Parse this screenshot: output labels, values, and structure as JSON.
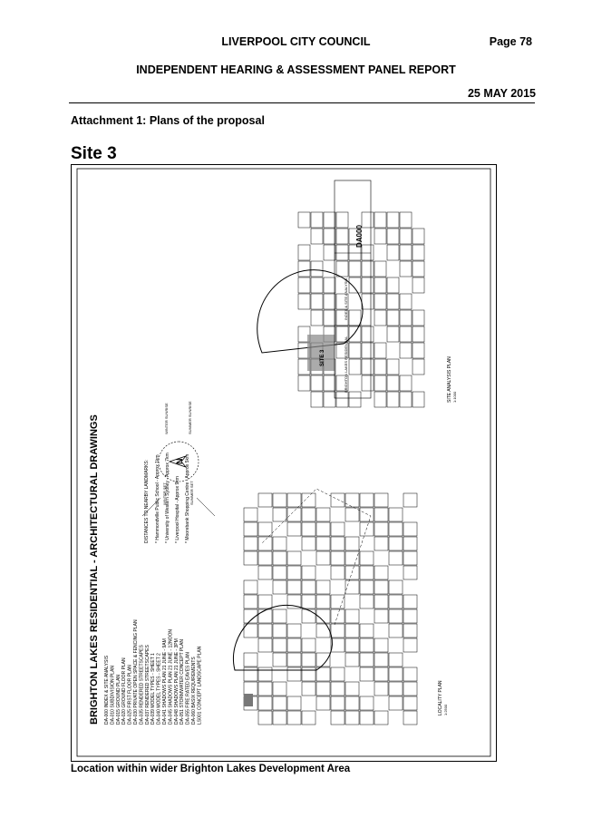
{
  "header": {
    "council": "LIVERPOOL CITY COUNCIL",
    "page": "Page 78",
    "panel": "INDEPENDENT HEARING & ASSESSMENT PANEL REPORT",
    "date": "25 MAY 2015"
  },
  "attachment_title": "Attachment 1: Plans of the proposal",
  "site_title": "Site 3",
  "caption": "Location within wider Brighton Lakes Development Area",
  "drawing": {
    "main_title": "BRIGHTON LAKES RESIDENTIAL - ARCHITECTURAL DRAWINGS",
    "sheet_list": [
      "DA-000   INDEX & SITE ANALYSIS",
      "DA-010   SUBDIVISION PLAN",
      "DA-015   GROUND PLAN",
      "DA-020   GROUND FLOOR PLAN",
      "DA-025   FIRST FLOOR PLAN",
      "DA-030   PRIVATE OPEN SPACE & FENCING PLAN",
      "DA-035   RENDERED STREETSCAPES",
      "DA-037   RENDERED STREETSCAPES",
      "DA-039   MODEL TYPES - SHEET 1",
      "DA-040   MODEL TYPES - SHEET 2",
      "DA-041   SHADOWS PLAN 21 JUNE - 9AM",
      "DA-045   SHADOWS PLAN 21 JUNE - 12NOON",
      "DA-048   SHADOWS PLAN 21 JUNE - 3PM",
      "DA-051   STORMWATER CONCEPT PLAN",
      "DA-055   FIRE RATED EAVES PLAN",
      "DA-060   BASIX REQUIREMENTS",
      "LS001    CONCEPT LANDSCAPE PLAN"
    ],
    "distances_heading": "DISTANCES TO NEARBY LANDMARKS:",
    "distances": [
      "* Hammondville Public School - Approx 1km",
      "* University of Western Sydney - Approx 7km",
      "* Liverpool Hospital - Approx 9km",
      "* Moorebank Shopping Centre - Approx 5km"
    ],
    "compass": {
      "north": "N",
      "labels": [
        "WINTER SUNRISE",
        "SUMMER SUNRISE",
        "WINTER SET",
        "SUMMER SET"
      ]
    },
    "site_label": "SITE 3",
    "site_analysis_label": "SITE ANALYSIS PLAN",
    "site_analysis_scale": "1:1000",
    "locality_label": "LOCALITY PLAN",
    "locality_scale": "1:2500",
    "title_block": {
      "project": "BRIGHTON LAKES RESIDENTIAL",
      "sheet": "INDEX & SITE ANALYSIS",
      "drawing_no": "DA000"
    }
  }
}
